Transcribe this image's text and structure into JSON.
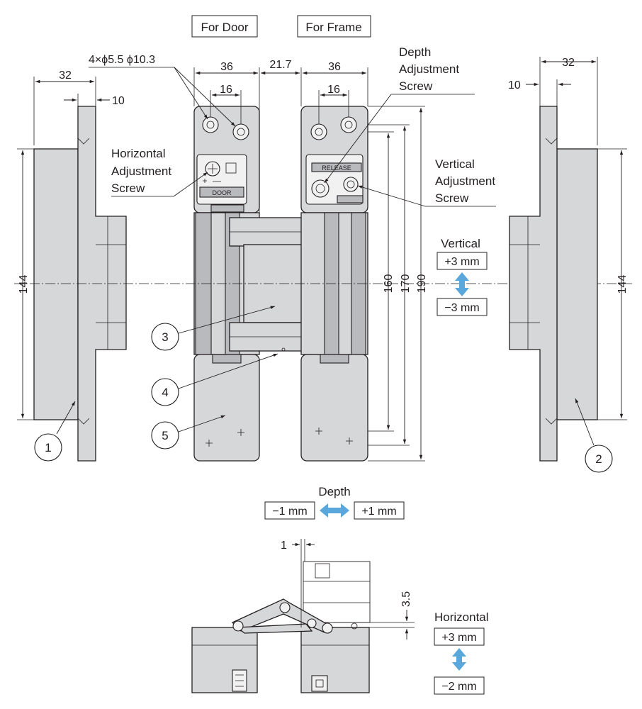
{
  "titles": {
    "door": "For Door",
    "frame": "For Frame"
  },
  "holes_spec": "4×ϕ5.5  ϕ10.3",
  "dims": {
    "d32_left": "32",
    "d10_left": "10",
    "d36_door": "36",
    "d16_door": "16",
    "d21_7": "21.7",
    "d36_frame": "36",
    "d16_frame": "16",
    "d144_left": "144",
    "d160": "160",
    "d170": "170",
    "d190": "190",
    "d32_right": "32",
    "d10_right": "10",
    "d144_right": "144",
    "d1": "1",
    "d3_5": "3.5"
  },
  "labels": {
    "horizontal_screw": [
      "Horizontal",
      "Adjustment",
      "Screw"
    ],
    "depth_screw": [
      "Depth",
      "Adjustment",
      "Screw"
    ],
    "vertical_screw": [
      "Vertical",
      "Adjustment",
      "Screw"
    ]
  },
  "adjust": {
    "vertical": {
      "title": "Vertical",
      "plus": "+3 mm",
      "minus": "−3 mm"
    },
    "depth": {
      "title": "Depth",
      "minus": "−1 mm",
      "plus": "+1 mm"
    },
    "horizontal": {
      "title": "Horizontal",
      "plus": "+3 mm",
      "minus": "−2 mm"
    }
  },
  "callouts": [
    "1",
    "2",
    "3",
    "4",
    "5"
  ],
  "part_marks": {
    "door_plate": "DOOR",
    "frame_plate": "RELEASE"
  },
  "colors": {
    "arrow": "#5aa7dc",
    "body": "#d6d7d9",
    "line": "#231f20"
  }
}
